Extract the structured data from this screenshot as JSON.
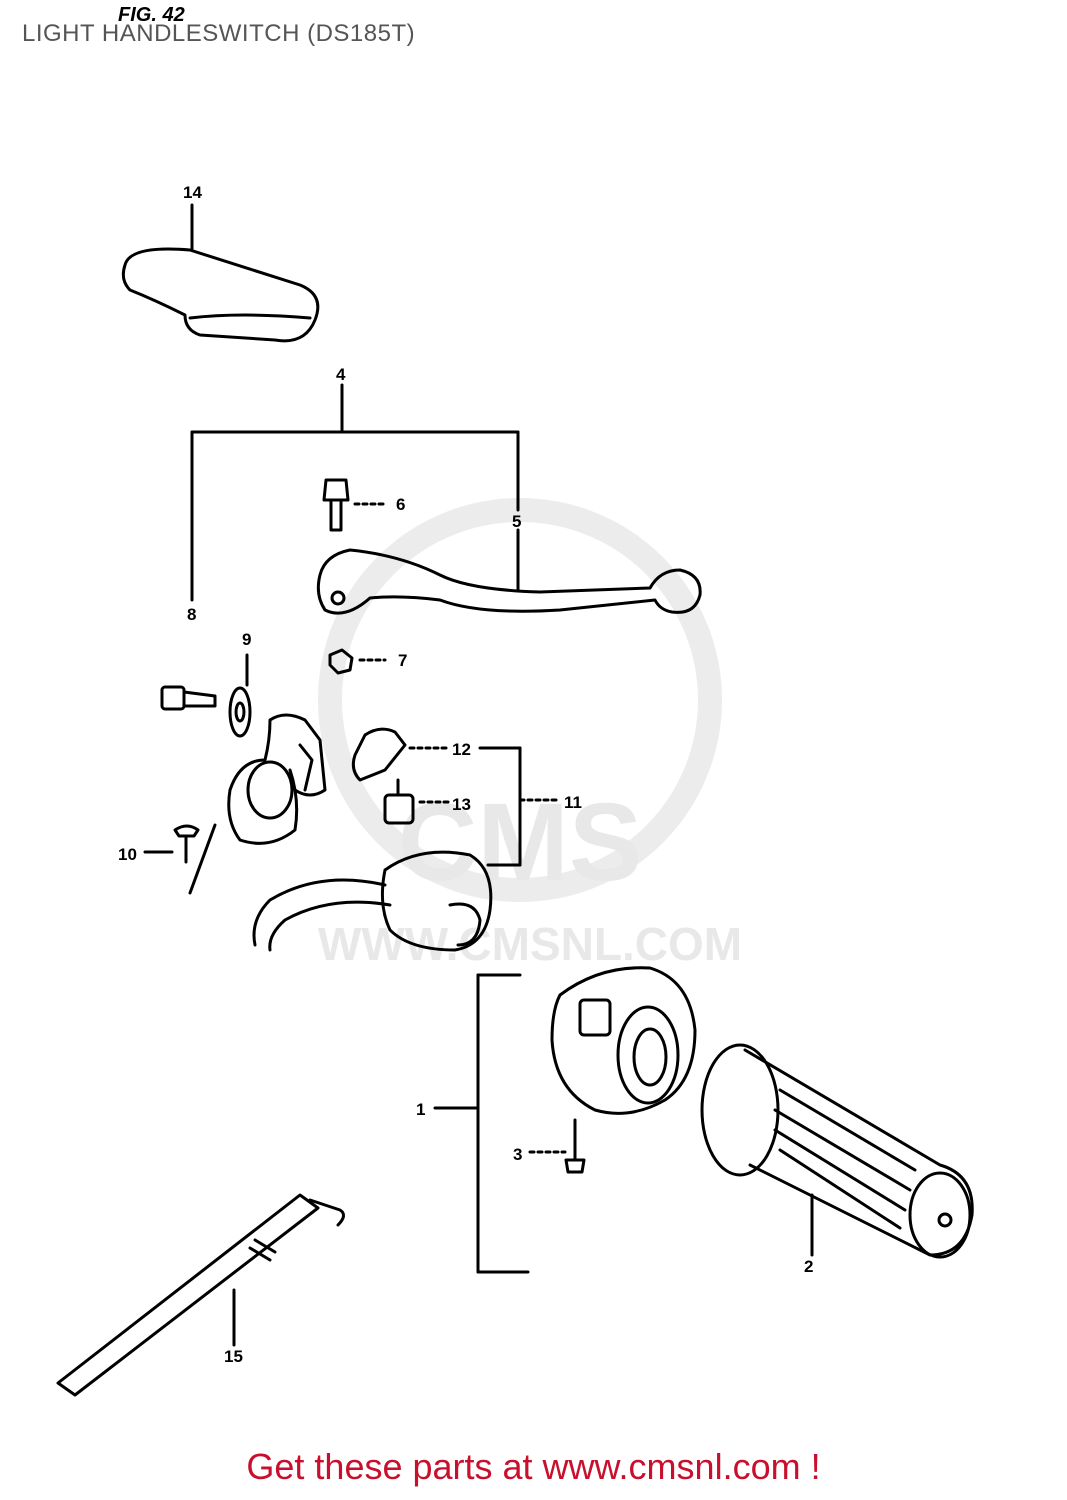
{
  "header": {
    "figure_label": "FIG. 42",
    "title": "LIGHT HANDLESWITCH (DS185T)"
  },
  "watermark": {
    "brand": "CMS",
    "url": "WWW.CMSNL.COM"
  },
  "callouts": {
    "c1": "1",
    "c2": "2",
    "c3": "3",
    "c4": "4",
    "c5": "5",
    "c6": "6",
    "c7": "7",
    "c8": "8",
    "c9": "9",
    "c10": "10",
    "c11": "11",
    "c12": "12",
    "c13": "13",
    "c14": "14",
    "c15": "15"
  },
  "footer": {
    "text": "Get these parts at www.cmsnl.com !"
  },
  "colors": {
    "footer_text": "#c8102e",
    "title_text": "#555555",
    "line_art": "#000000",
    "watermark": "#e8e8e8"
  }
}
